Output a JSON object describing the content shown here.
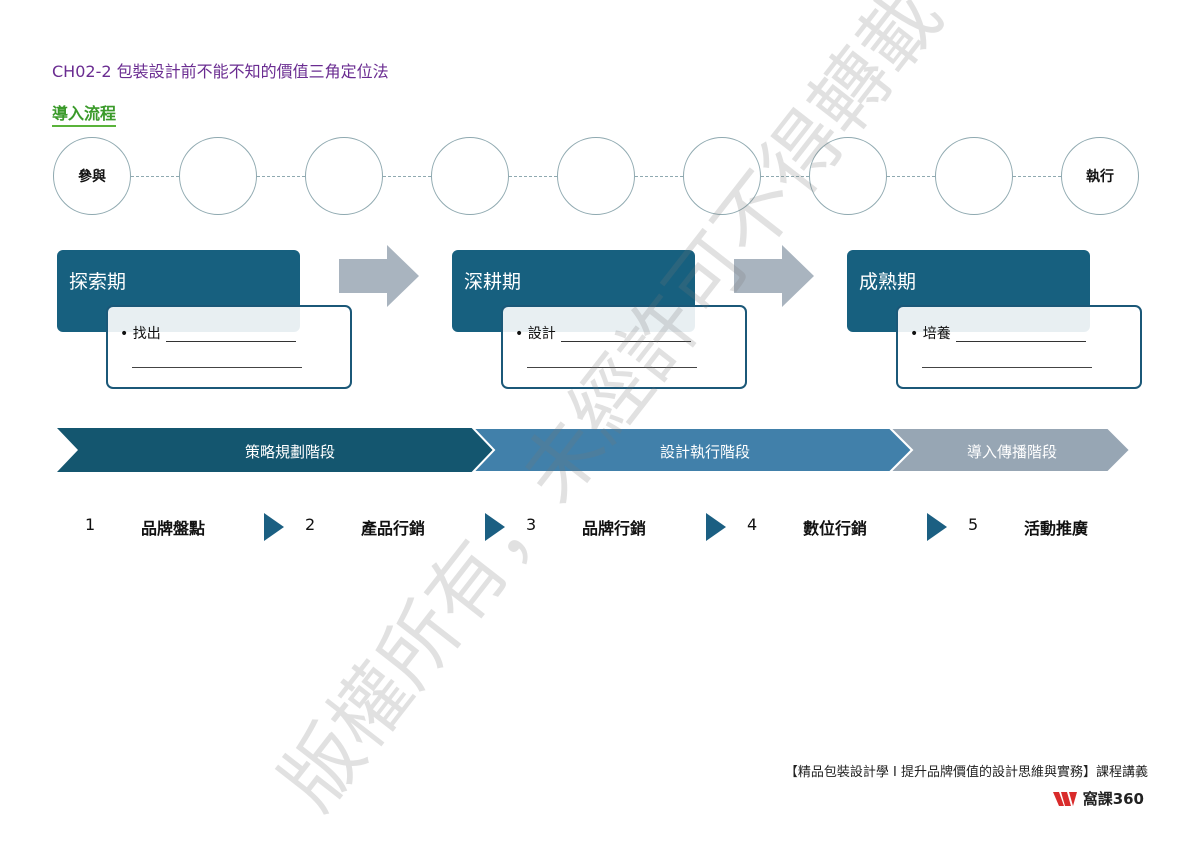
{
  "header": {
    "title": "CH02-2 包裝設計前不能不知的價值三角定位法",
    "subtitle": "導入流程"
  },
  "circles": [
    "參與",
    "",
    "",
    "",
    "",
    "",
    "",
    "",
    "執行"
  ],
  "phases": [
    {
      "title": "探索期",
      "bullet": "找出"
    },
    {
      "title": "深耕期",
      "bullet": "設計"
    },
    {
      "title": "成熟期",
      "bullet": "培養"
    }
  ],
  "band": [
    {
      "label": "策略規劃階段",
      "color": "#14566f"
    },
    {
      "label": "設計執行階段",
      "color": "#4180aa"
    },
    {
      "label": "導入傳播階段",
      "color": "#97a6b4"
    }
  ],
  "steps": [
    {
      "num": "1",
      "label": "品牌盤點"
    },
    {
      "num": "2",
      "label": "產品行銷"
    },
    {
      "num": "3",
      "label": "品牌行銷"
    },
    {
      "num": "4",
      "label": "數位行銷"
    },
    {
      "num": "5",
      "label": "活動推廣"
    }
  ],
  "footer": {
    "course": "【精品包裝設計學 I 提升品牌價值的設計思維與實務】課程講義",
    "brand": "窩課360"
  },
  "watermark": "版權所有，未經許可不得轉載"
}
